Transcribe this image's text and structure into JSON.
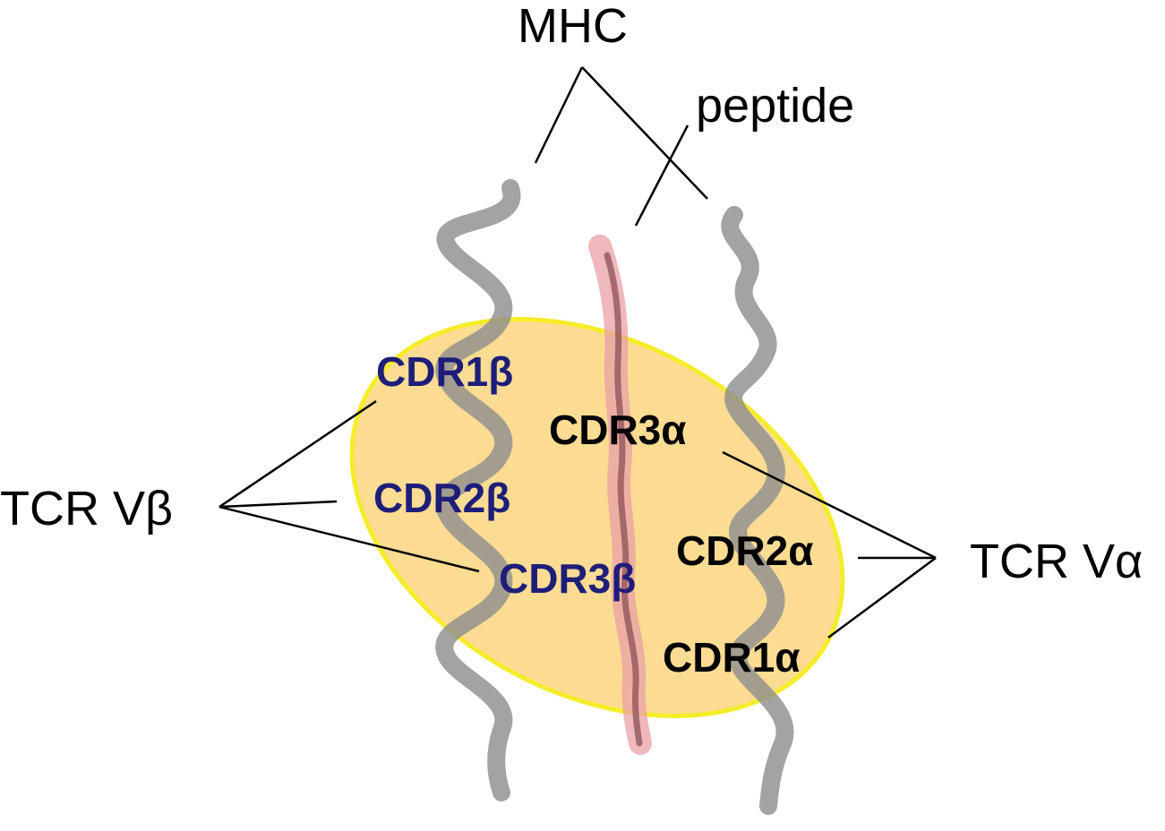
{
  "labels": {
    "mhc": "MHC",
    "peptide": "peptide",
    "tcr_vbeta": "TCR Vβ",
    "tcr_valpha": "TCR Vα",
    "cdr1b": "CDR1β",
    "cdr2b": "CDR2β",
    "cdr3b": "CDR3β",
    "cdr3a": "CDR3α",
    "cdr2a": "CDR2α",
    "cdr1a": "CDR1α"
  },
  "colors": {
    "footprint_fill": "#fbd98a",
    "footprint_stroke": "#f5ec2a",
    "helix": "#8f8f8f",
    "peptide_outer": "#e8a0a6",
    "peptide_inner": "#8c5058",
    "beta_text": "#1e1e7a",
    "alpha_text": "#000000"
  }
}
